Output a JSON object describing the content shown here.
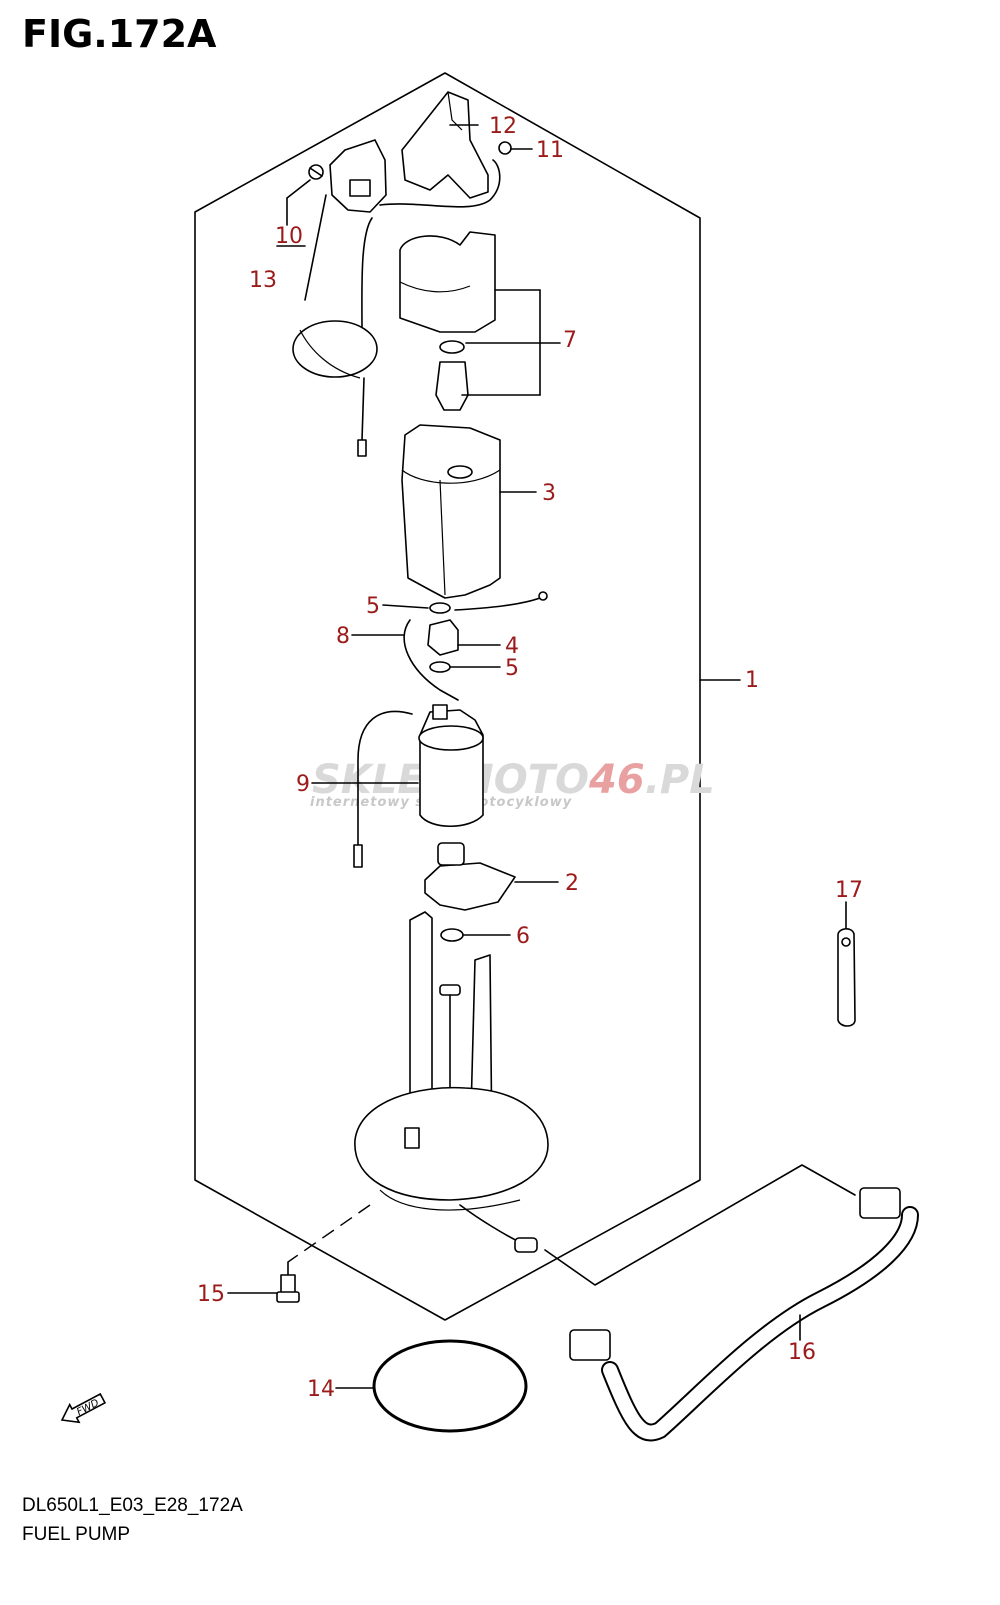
{
  "figure": {
    "title": "FIG.172A",
    "model_code": "DL650L1_E03_E28_172A",
    "name": "FUEL PUMP",
    "direction_badge": "FWD"
  },
  "watermark": {
    "main_prefix": "SKLEPMOTO",
    "main_accent": "46",
    "main_suffix": ".PL",
    "sub": "internetowy sklep motocyklowy"
  },
  "callouts": {
    "c1": "1",
    "c2": "2",
    "c3": "3",
    "c4": "4",
    "c5a": "5",
    "c5b": "5",
    "c6": "6",
    "c7": "7",
    "c8": "8",
    "c9": "9",
    "c10": "10",
    "c11": "11",
    "c12": "12",
    "c13": "13",
    "c14": "14",
    "c15": "15",
    "c16": "16",
    "c17": "17"
  },
  "colors": {
    "callout": "#9b1b1b",
    "line": "#000000",
    "watermark": "#d9d9d9"
  }
}
